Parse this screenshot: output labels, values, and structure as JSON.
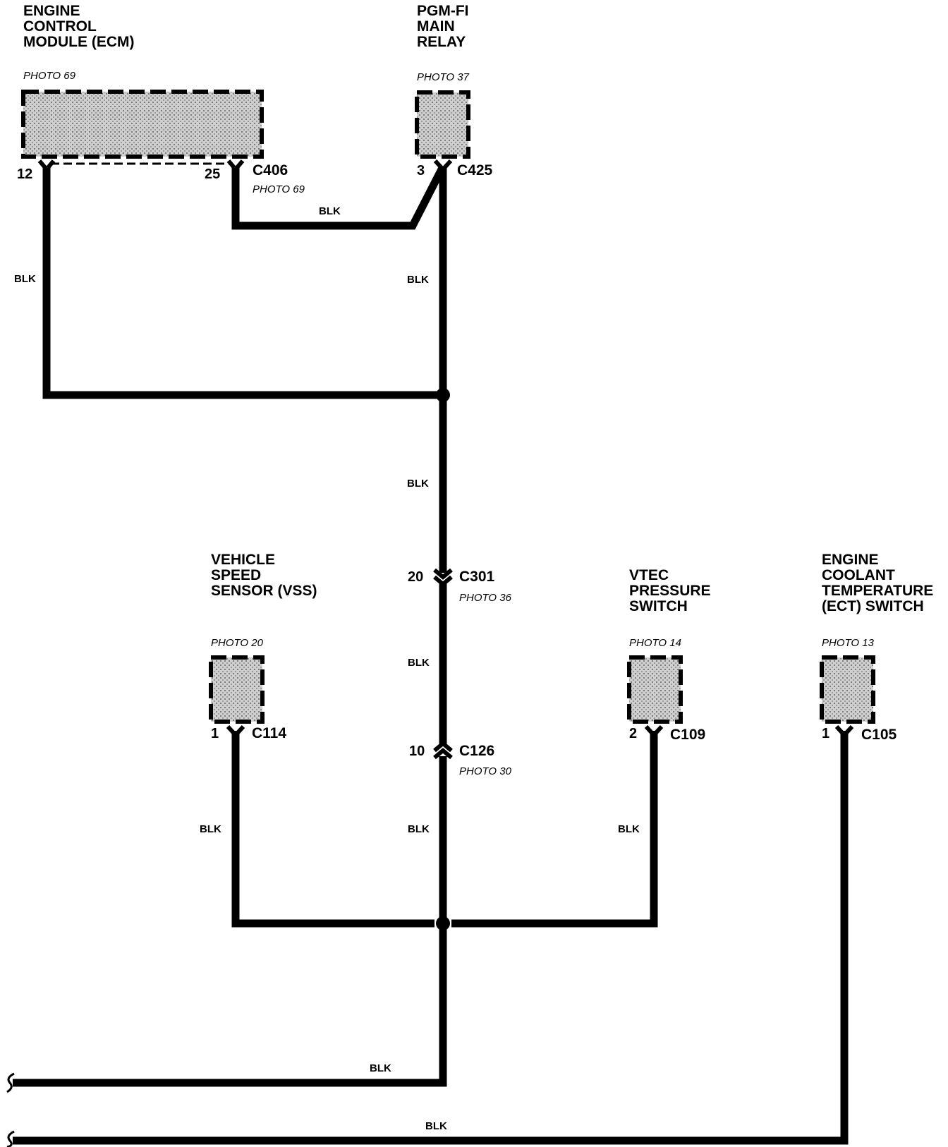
{
  "components": {
    "ecm": {
      "title": [
        "ENGINE",
        "CONTROL",
        "MODULE (ECM)"
      ],
      "photo": "PHOTO 69"
    },
    "relay": {
      "title": [
        "PGM-FI",
        "MAIN",
        "RELAY"
      ],
      "photo": "PHOTO 37"
    },
    "vss": {
      "title": [
        "VEHICLE",
        "SPEED",
        "SENSOR (VSS)"
      ],
      "photo": "PHOTO 20"
    },
    "vtec": {
      "title": [
        "VTEC",
        "PRESSURE",
        "SWITCH"
      ],
      "photo": "PHOTO 14"
    },
    "ect": {
      "title": [
        "ENGINE",
        "COOLANT",
        "TEMPERATURE",
        "(ECT) SWITCH"
      ],
      "photo": "PHOTO 13"
    }
  },
  "connectors": {
    "ecm_pin_a": "12",
    "ecm_pin_b": "25",
    "c406": {
      "id": "C406",
      "photo": "PHOTO 69"
    },
    "relay_pin": "3",
    "c425": {
      "id": "C425"
    },
    "c301": {
      "id": "C301",
      "pin": "20",
      "photo": "PHOTO 36"
    },
    "c126": {
      "id": "C126",
      "pin": "10",
      "photo": "PHOTO 30"
    },
    "c114": {
      "id": "C114",
      "pin": "1"
    },
    "c109": {
      "id": "C109",
      "pin": "2"
    },
    "c105": {
      "id": "C105",
      "pin": "1"
    }
  },
  "wires": {
    "blk_ecm12": "BLK",
    "blk_ecm25": "BLK",
    "blk_relay": "BLK",
    "blk_mid": "BLK",
    "blk_c301_c126": "BLK",
    "blk_vss": "BLK",
    "blk_c126_down": "BLK",
    "blk_vtec": "BLK",
    "blk_ground1": "BLK",
    "blk_ground2": "BLK"
  }
}
